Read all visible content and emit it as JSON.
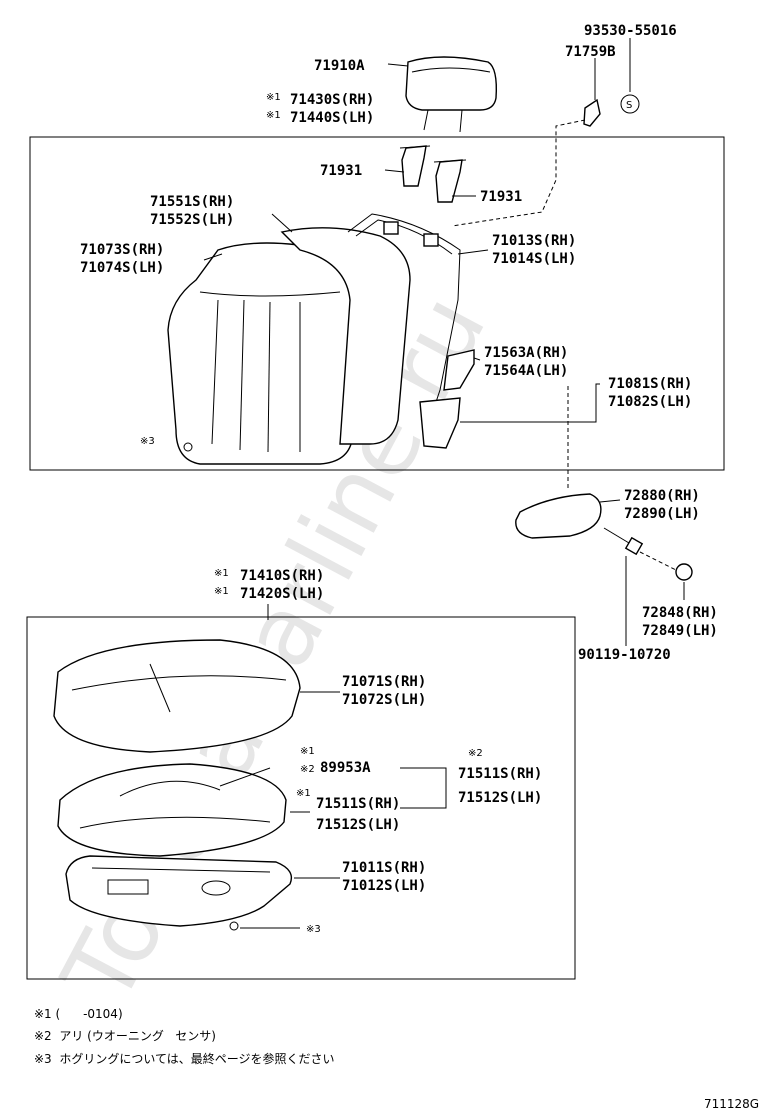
{
  "watermark": "ToyotaCarline.ru",
  "labels": {
    "p93530": "93530-55016",
    "p71759": "71759B",
    "p71910": "71910A",
    "p71430": "71430S(RH)",
    "p71440": "71440S(LH)",
    "p71931a": "71931",
    "p71931b": "71931",
    "p71551": "71551S(RH)",
    "p71552": "71552S(LH)",
    "p71073": "71073S(RH)",
    "p71074": "71074S(LH)",
    "p71013": "71013S(RH)",
    "p71014": "71014S(LH)",
    "p71563": "71563A(RH)",
    "p71564": "71564A(LH)",
    "p71081": "71081S(RH)",
    "p71082": "71082S(LH)",
    "p72880": "72880(RH)",
    "p72890": "72890(LH)",
    "p72848": "72848(RH)",
    "p72849": "72849(LH)",
    "p90119": "90119-10720",
    "p71410": "71410S(RH)",
    "p71420": "71420S(LH)",
    "p71071": "71071S(RH)",
    "p71072": "71072S(LH)",
    "p89953": "89953A",
    "p71511a": "71511S(RH)",
    "p71512a": "71512S(LH)",
    "p71511b": "71511S(RH)",
    "p71512b": "71512S(LH)",
    "p71011": "71011S(RH)",
    "p71012": "71012S(LH)"
  },
  "marks": {
    "m1a": "※1",
    "m1b": "※1",
    "m1c": "※1",
    "m1d": "※1",
    "m1e": "※1",
    "m1f": "※1",
    "m2a": "※2",
    "m2b": "※2",
    "m3a": "※3",
    "m3b": "※3",
    "s_symbol": "S"
  },
  "notes": [
    "※1 (      -0104)",
    "※2  アリ (ウオーニング   センサ)",
    "※3  ホグリングについては、最終ページを参照ください"
  ],
  "figure_code": "711128G"
}
